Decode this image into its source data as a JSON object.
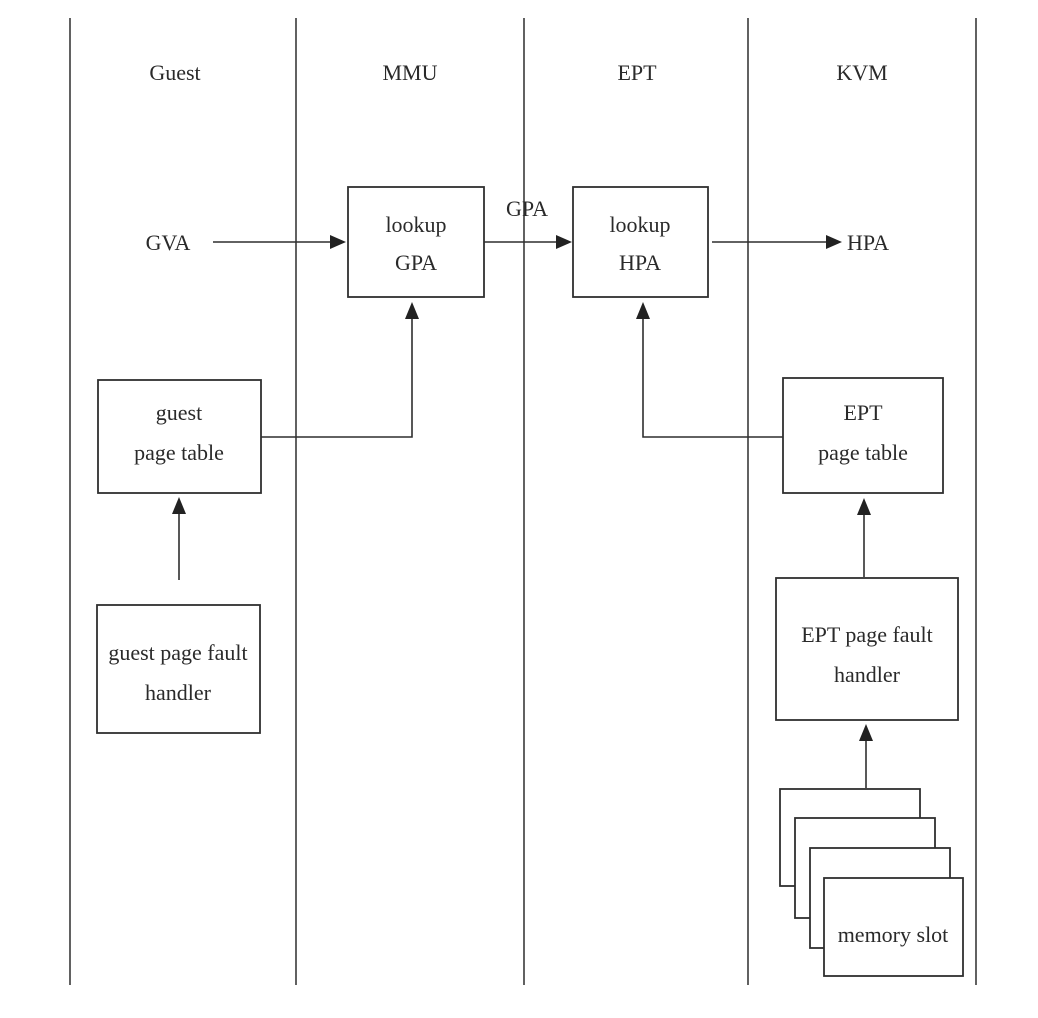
{
  "lanes": [
    "Guest",
    "MMU",
    "EPT",
    "KVM"
  ],
  "signals": {
    "gva": "GVA",
    "gpa": "GPA",
    "hpa": "HPA"
  },
  "boxes": {
    "lookup_gpa": [
      "lookup",
      "GPA"
    ],
    "lookup_hpa": [
      "lookup",
      "HPA"
    ],
    "guest_page_table": [
      "guest",
      "page table"
    ],
    "guest_page_fault_handler": [
      "guest page fault",
      "handler"
    ],
    "ept_page_table": [
      "EPT",
      "page table"
    ],
    "ept_page_fault_handler": [
      "EPT page fault",
      "handler"
    ],
    "memory_slot": "memory slot"
  },
  "colors": {
    "line": "#2f2f2f",
    "text": "#2a2a2a",
    "background": "#ffffff"
  }
}
